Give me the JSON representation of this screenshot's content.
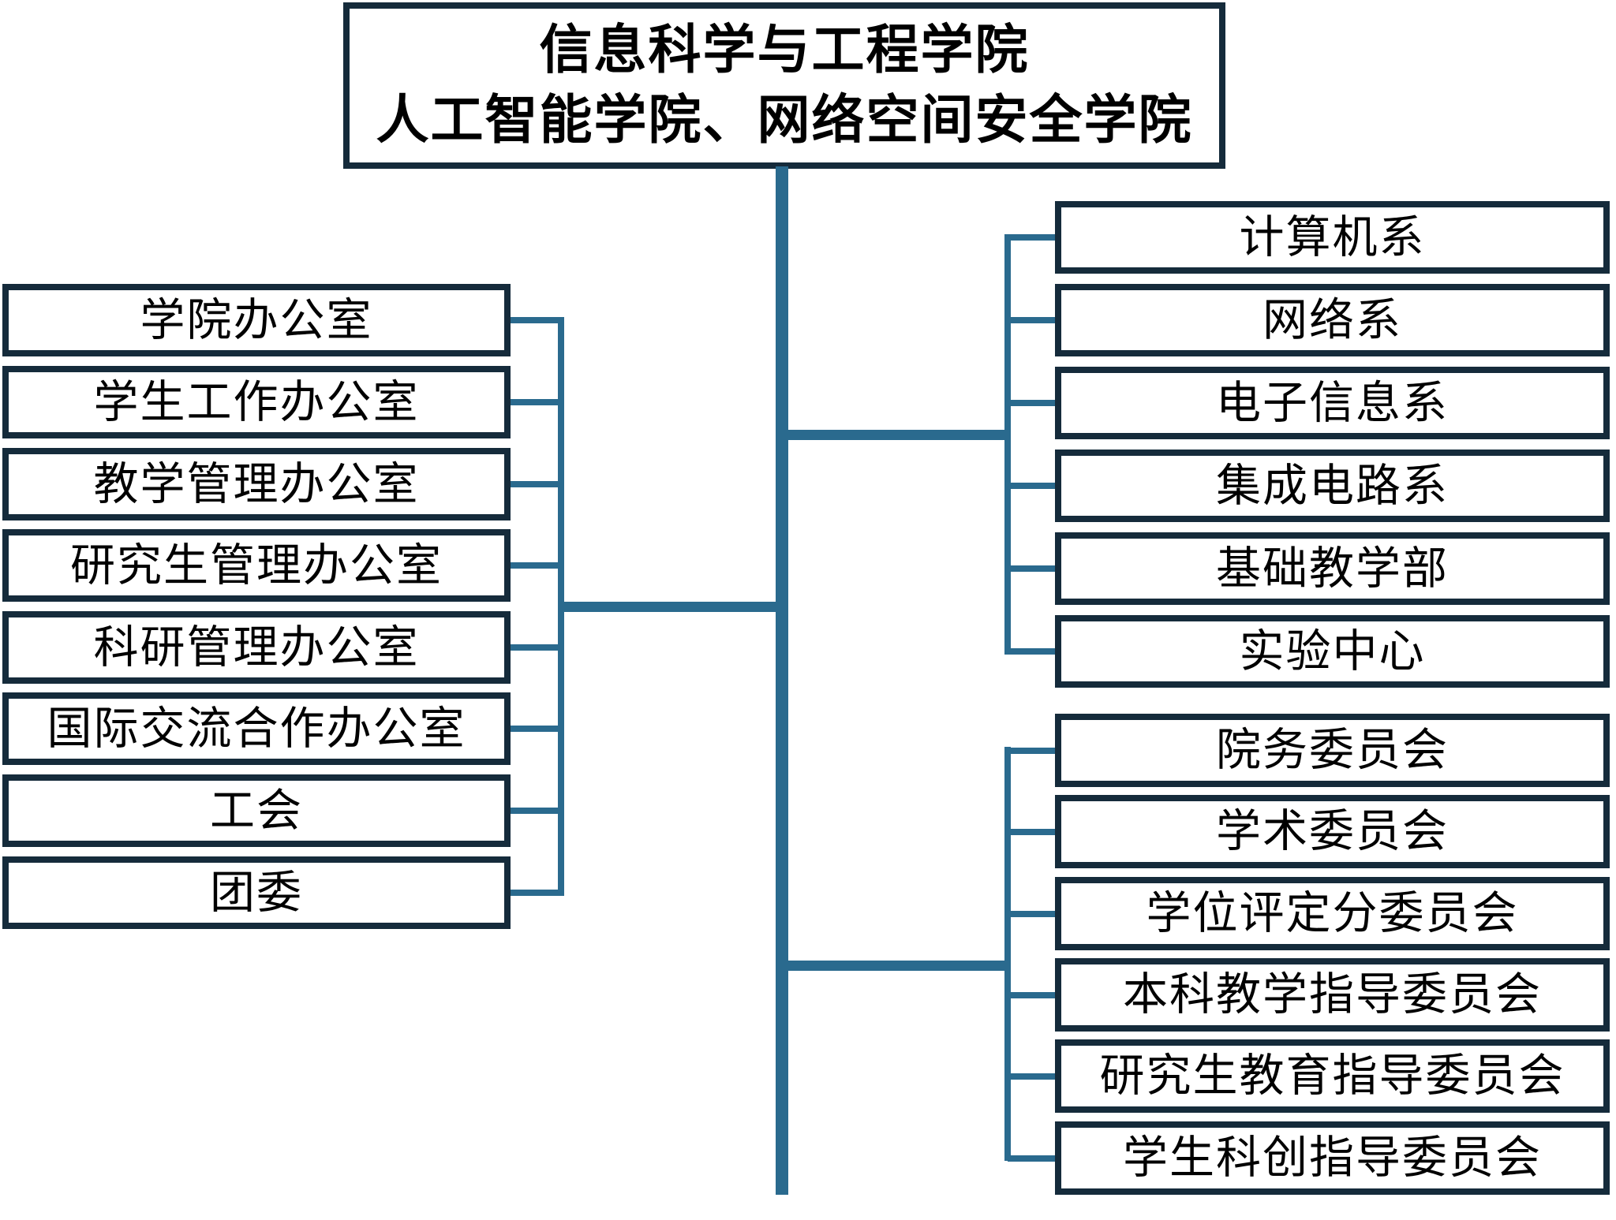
{
  "title": {
    "line1": "信息科学与工程学院",
    "line2": "人工智能学院、网络空间安全学院"
  },
  "left_group": {
    "items": [
      {
        "label": "学院办公室"
      },
      {
        "label": "学生工作办公室"
      },
      {
        "label": "教学管理办公室"
      },
      {
        "label": "研究生管理办公室"
      },
      {
        "label": "科研管理办公室"
      },
      {
        "label": "国际交流合作办公室"
      },
      {
        "label": "工会"
      },
      {
        "label": "团委"
      }
    ]
  },
  "right_top_group": {
    "items": [
      {
        "label": "计算机系"
      },
      {
        "label": "网络系"
      },
      {
        "label": "电子信息系"
      },
      {
        "label": "集成电路系"
      },
      {
        "label": "基础教学部"
      },
      {
        "label": "实验中心"
      }
    ]
  },
  "right_bottom_group": {
    "items": [
      {
        "label": "院务委员会"
      },
      {
        "label": "学术委员会"
      },
      {
        "label": "学位评定分委员会"
      },
      {
        "label": "本科教学指导委员会"
      },
      {
        "label": "研究生教育指导委员会"
      },
      {
        "label": "学生科创指导委员会"
      }
    ]
  },
  "colors": {
    "box_border": "#152b3b",
    "connector": "#2a6a8e",
    "text": "#000000",
    "background": "#ffffff"
  }
}
